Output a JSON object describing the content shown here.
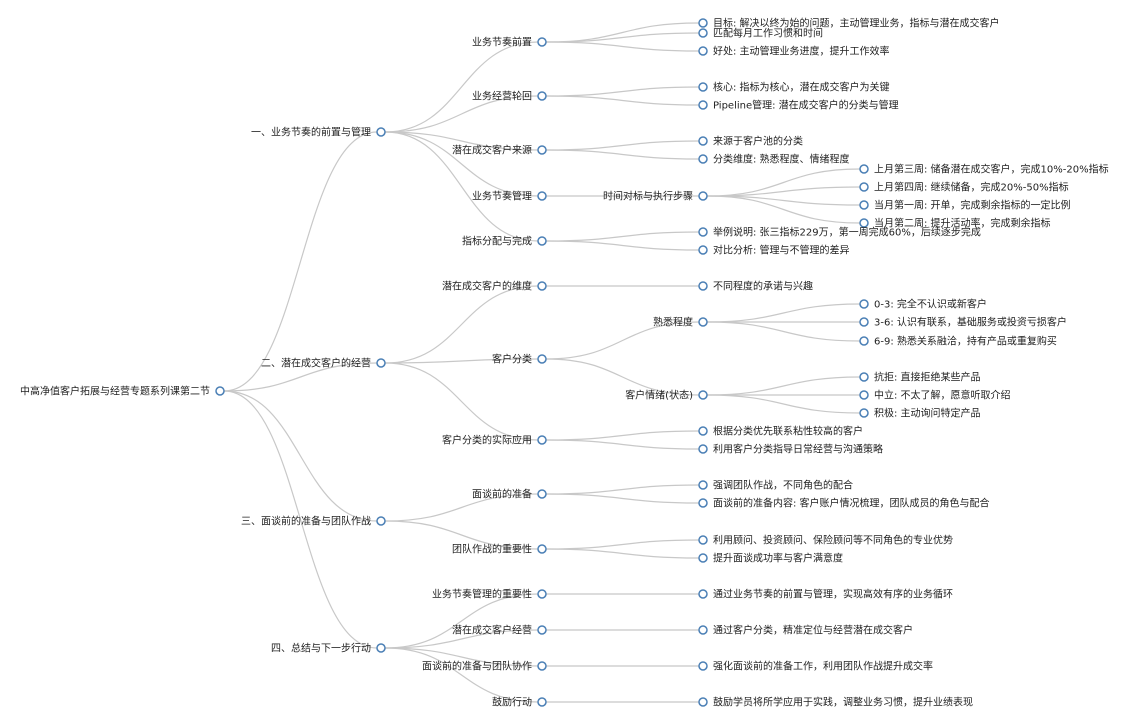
{
  "root": {
    "label": "中高净值客户拓展与经营专题系列课第二节",
    "children": [
      {
        "label": "一、业务节奏的前置与管理",
        "children": [
          {
            "label": "业务节奏前置",
            "children": [
              {
                "label": "目标: 解决以终为始的问题，主动管理业务，指标与潜在成交客户"
              },
              {
                "label": "匹配每月工作习惯和时间"
              },
              {
                "label": "好处: 主动管理业务进度，提升工作效率"
              }
            ]
          },
          {
            "label": "业务经营轮回",
            "children": [
              {
                "label": "核心: 指标为核心，潜在成交客户为关键"
              },
              {
                "label": "Pipeline管理: 潜在成交客户的分类与管理"
              }
            ]
          },
          {
            "label": "潜在成交客户来源",
            "children": [
              {
                "label": "来源于客户池的分类"
              },
              {
                "label": "分类维度: 熟悉程度、情绪程度"
              }
            ]
          },
          {
            "label": "业务节奏管理",
            "children": [
              {
                "label": "时间对标与执行步骤",
                "children": [
                  {
                    "label": "上月第三周: 储备潜在成交客户，完成10%-20%指标"
                  },
                  {
                    "label": "上月第四周: 继续储备，完成20%-50%指标"
                  },
                  {
                    "label": "当月第一周: 开单，完成剩余指标的一定比例"
                  },
                  {
                    "label": "当月第二周: 提升活动率，完成剩余指标"
                  }
                ]
              }
            ]
          },
          {
            "label": "指标分配与完成",
            "children": [
              {
                "label": "举例说明: 张三指标229万，第一周完成60%，后续逐步完成"
              },
              {
                "label": "对比分析: 管理与不管理的差异"
              }
            ]
          }
        ]
      },
      {
        "label": "二、潜在成交客户的经营",
        "children": [
          {
            "label": "潜在成交客户的维度",
            "children": [
              {
                "label": "不同程度的承诺与兴趣"
              }
            ]
          },
          {
            "label": "客户分类",
            "children": [
              {
                "label": "熟悉程度",
                "children": [
                  {
                    "label": "0-3: 完全不认识或新客户"
                  },
                  {
                    "label": "3-6: 认识有联系，基础服务或投资亏损客户"
                  },
                  {
                    "label": "6-9: 熟悉关系融洽，持有产品或重复购买"
                  }
                ]
              },
              {
                "label": "客户情绪(状态)",
                "children": [
                  {
                    "label": "抗拒: 直接拒绝某些产品"
                  },
                  {
                    "label": "中立: 不太了解，愿意听取介绍"
                  },
                  {
                    "label": "积极: 主动询问特定产品"
                  }
                ]
              }
            ]
          },
          {
            "label": "客户分类的实际应用",
            "children": [
              {
                "label": "根据分类优先联系粘性较高的客户"
              },
              {
                "label": "利用客户分类指导日常经营与沟通策略"
              }
            ]
          }
        ]
      },
      {
        "label": "三、面谈前的准备与团队作战",
        "children": [
          {
            "label": "面谈前的准备",
            "children": [
              {
                "label": "强调团队作战，不同角色的配合"
              },
              {
                "label": "面谈前的准备内容: 客户账户情况梳理，团队成员的角色与配合"
              }
            ]
          },
          {
            "label": "团队作战的重要性",
            "children": [
              {
                "label": "利用顾问、投资顾问、保险顾问等不同角色的专业优势"
              },
              {
                "label": "提升面谈成功率与客户满意度"
              }
            ]
          }
        ]
      },
      {
        "label": "四、总结与下一步行动",
        "children": [
          {
            "label": "业务节奏管理的重要性",
            "children": [
              {
                "label": "通过业务节奏的前置与管理，实现高效有序的业务循环"
              }
            ]
          },
          {
            "label": "潜在成交客户经营",
            "children": [
              {
                "label": "通过客户分类，精准定位与经营潜在成交客户"
              }
            ]
          },
          {
            "label": "面谈前的准备与团队协作",
            "children": [
              {
                "label": "强化面谈前的准备工作，利用团队作战提升成交率"
              }
            ]
          },
          {
            "label": "鼓励行动",
            "children": [
              {
                "label": "鼓励学员将所学应用于实践，调整业务习惯，提升业绩表现"
              }
            ]
          }
        ]
      }
    ]
  },
  "style": {
    "link_color": "#c8c8c8",
    "node_stroke": "#4a7fb5",
    "text_color": "#222222"
  }
}
